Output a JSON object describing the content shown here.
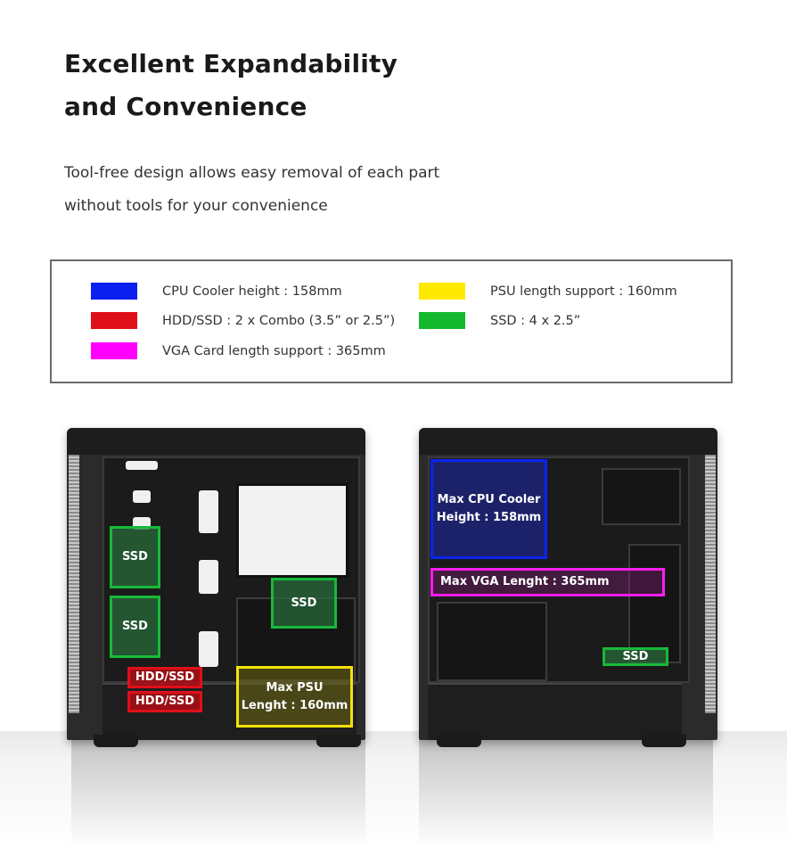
{
  "header": {
    "title_line1": "Excellent Expandability",
    "title_line2": "and Convenience",
    "subtitle_line1": "Tool-free design allows easy removal of each part",
    "subtitle_line2": "without tools for your convenience"
  },
  "legend": {
    "items": [
      {
        "color": "#0a1ff0",
        "label": "CPU Cooler height : 158mm"
      },
      {
        "color": "#e0101a",
        "label": "HDD/SSD : 2 x Combo (3.5” or 2.5”)"
      },
      {
        "color": "#ff00ff",
        "label": "VGA Card length support : 365mm"
      },
      {
        "color": "#ffe900",
        "label": "PSU length support : 160mm"
      },
      {
        "color": "#14b82e",
        "label": "SSD : 4 x 2.5”"
      }
    ]
  },
  "left_case": {
    "ssd_1": "SSD",
    "ssd_2": "SSD",
    "ssd_3": "SSD",
    "hdd_ssd_1": "HDD/SSD",
    "hdd_ssd_2": "HDD/SSD",
    "psu_line1": "Max PSU",
    "psu_line2": "Lenght : 160mm"
  },
  "right_case": {
    "cpu_line1": "Max CPU Cooler",
    "cpu_line2": "Height : 158mm",
    "vga": "Max VGA Lenght : 365mm",
    "ssd": "SSD"
  }
}
